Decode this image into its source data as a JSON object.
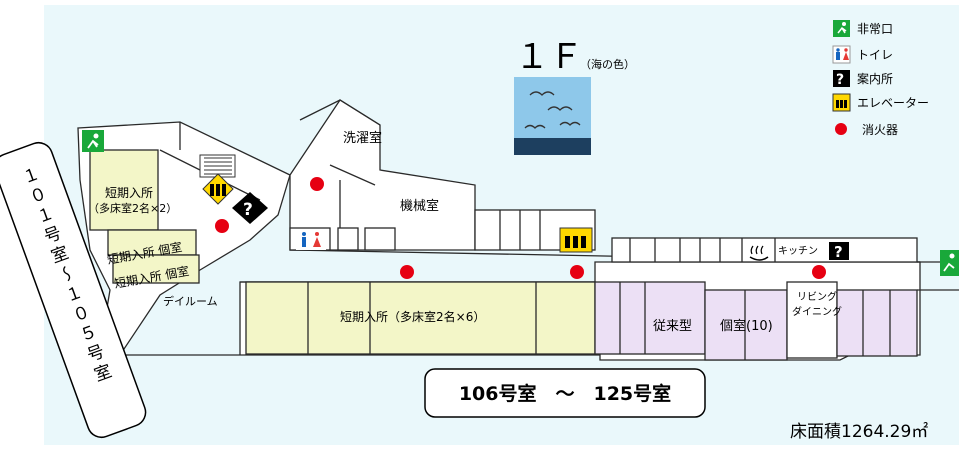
{
  "floor": {
    "number": "１Ｆ",
    "subtitle": "（海の色）"
  },
  "legend": [
    {
      "key": "emergency-exit",
      "label": "非常口",
      "color": "#19a83a"
    },
    {
      "key": "toilet",
      "label": "トイレ"
    },
    {
      "key": "information",
      "label": "案内所"
    },
    {
      "key": "elevator",
      "label": "エレベーター",
      "color": "#ffd800"
    },
    {
      "key": "fire-extinguisher",
      "label": "消火器",
      "color": "#e60012"
    }
  ],
  "rooms": {
    "short_stay_multi_left_line1": "短期入所",
    "short_stay_multi_left_line2": "（多床室2名×2）",
    "short_stay_private_1": "短期入所 個室",
    "short_stay_private_2": "短期入所 個室",
    "day_room": "デイルーム",
    "laundry": "洗濯室",
    "machine_room": "機械室",
    "short_stay_multi_center": "短期入所（多床室2名×6）",
    "conventional": "従来型",
    "private_rooms": "個室(10)",
    "kitchen": "キッチン",
    "living_dining_line1": "リビング",
    "living_dining_line2": "ダイニング"
  },
  "labels": {
    "rooms_101_105": "１０１号室～１０５号室",
    "rooms_106_125": "106号室　～　125号室",
    "floor_area": "床面積1264.29㎡"
  },
  "colors": {
    "background": "#eaf8fb",
    "short_stay_fill": "#f3f6c8",
    "unit_fill": "#ece0f5",
    "toilet_male": "#1565c0",
    "toilet_female": "#e53935"
  }
}
